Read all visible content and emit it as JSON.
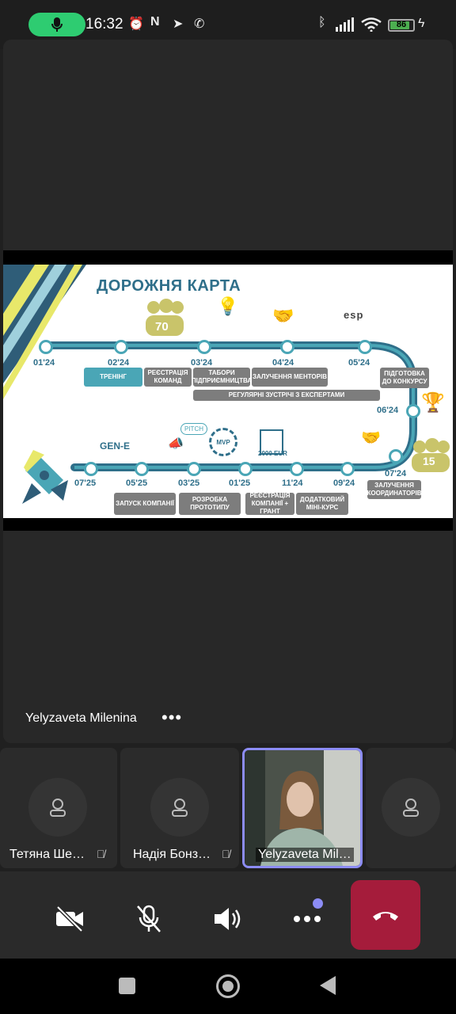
{
  "status_bar": {
    "time": "16:32",
    "battery": "86",
    "battery_level": 0.86,
    "icons": [
      "microphone-icon",
      "alarm-icon",
      "nfc-icon",
      "telegram-icon",
      "viber-icon",
      "bluetooth-icon",
      "signal-icon",
      "wifi-icon",
      "charging-icon"
    ]
  },
  "slide": {
    "title": "ДОРОЖНЯ КАРТА",
    "people_count_top": "70",
    "people_count_bottom": "15",
    "esp_logo": "esp",
    "gen_label": "GEN-E",
    "pitch_label": "PITCH",
    "mvp_label": "MVP",
    "grant_label": "2000 EUR",
    "top_dates": [
      "01'24",
      "02'24",
      "03'24",
      "04'24",
      "05'24"
    ],
    "right_dates": [
      "06'24",
      "07'24"
    ],
    "bottom_dates": [
      "07'25",
      "05'25",
      "03'25",
      "01'25",
      "11'24",
      "09'24"
    ],
    "top_boxes": {
      "training": "ТРЕНІНГ",
      "registration": "РЕЄСТРАЦІЯ КОМАНД",
      "camps": "ТАБОРИ ПІДПРИЄМНИЦТВА",
      "mentors": "ЗАЛУЧЕННЯ МЕНТОРІВ",
      "preparation": "ПІДГОТОВКА ДО КОНКУРСУ"
    },
    "experts_bar": "РЕГУЛЯРНІ ЗУСТРІЧІ З ЕКСПЕРТАМИ",
    "bottom_boxes": {
      "launch": "ЗАПУСК КОМПАНІЇ",
      "prototype": "РОЗРОБКА ПРОТОТИПУ",
      "company_grant": "РЕЄСТРАЦІЯ КОМПАНІЇ + ГРАНТ",
      "course": "ДОДАТКОВИЙ МІНІ-КУРС",
      "coordinators": "ЗАЛУЧЕННЯ КООРДИНАТОРІВ"
    }
  },
  "main_speaker": {
    "name": "Yelyzaveta Milenina",
    "more": "•••"
  },
  "participants": [
    {
      "name": "Тетяна Ше…",
      "muted": true
    },
    {
      "name": "Надія Бонз…",
      "muted": true
    },
    {
      "name": "Yelyzaveta Mil…",
      "muted": false,
      "active": true
    },
    {
      "name": "",
      "muted": false
    }
  ],
  "controls": {
    "icons": [
      "camera-off-icon",
      "mic-off-icon",
      "speaker-icon",
      "more-icon",
      "hangup-icon"
    ]
  },
  "nav": {
    "icons": [
      "recents-icon",
      "home-icon",
      "back-icon"
    ]
  },
  "colors": {
    "hangup": "#a51c3b",
    "accent": "#8c8cf5",
    "mic_pill": "#2ecc71",
    "slide_teal": "#4aa6b6"
  }
}
